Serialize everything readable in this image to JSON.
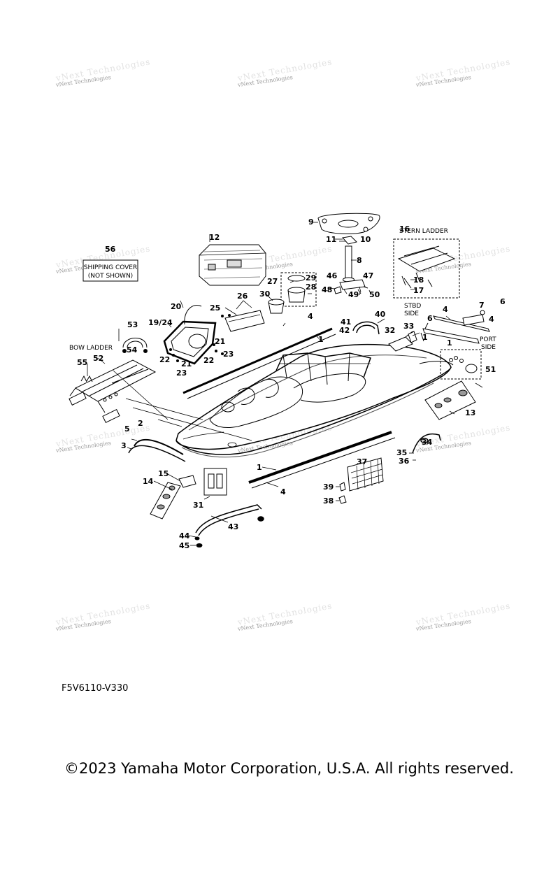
{
  "watermark_text": "vNext Technologies",
  "diagram_code": "F5V6110-V330",
  "copyright": "©2023 Yamaha Motor Corporation, U.S.A. All rights reserved.",
  "labels": {
    "shipping_cover_line1": "SHIPPING COVER",
    "shipping_cover_line2": "(NOT SHOWN)",
    "stern_ladder": "STERN LADDER",
    "bow_ladder": "BOW LADDER",
    "stbd_side_1": "STBD",
    "stbd_side_2": "SIDE",
    "port_side_1": "PORT",
    "port_side_2": "SIDE"
  },
  "callouts": {
    "c1a": "1",
    "c1b": "1",
    "c1c": "1",
    "c1d": "1",
    "c2": "2",
    "c3": "3",
    "c4a": "4",
    "c4b": "4",
    "c4c": "4",
    "c4d": "4",
    "c5": "5",
    "c6a": "6",
    "c6b": "6",
    "c7": "7",
    "c8": "8",
    "c9": "9",
    "c10": "10",
    "c11": "11",
    "c12": "12",
    "c13": "13",
    "c14": "14",
    "c15": "15",
    "c16": "16",
    "c17": "17",
    "c18": "18",
    "c19_24": "19/24",
    "c20": "20",
    "c21a": "21",
    "c21b": "21",
    "c22a": "22",
    "c22b": "22",
    "c23a": "23",
    "c23b": "23",
    "c25": "25",
    "c26": "26",
    "c27": "27",
    "c28": "28",
    "c29": "29",
    "c30": "30",
    "c31": "31",
    "c32": "32",
    "c33": "33",
    "c34": "34",
    "c35": "35",
    "c36": "36",
    "c37": "37",
    "c38": "38",
    "c39": "39",
    "c40": "40",
    "c41": "41",
    "c42": "42",
    "c43": "43",
    "c44": "44",
    "c45": "45",
    "c46": "46",
    "c47": "47",
    "c48": "48",
    "c49": "49",
    "c50": "50",
    "c51": "51",
    "c52": "52",
    "c53": "53",
    "c54": "54",
    "c55": "55",
    "c56": "56"
  }
}
